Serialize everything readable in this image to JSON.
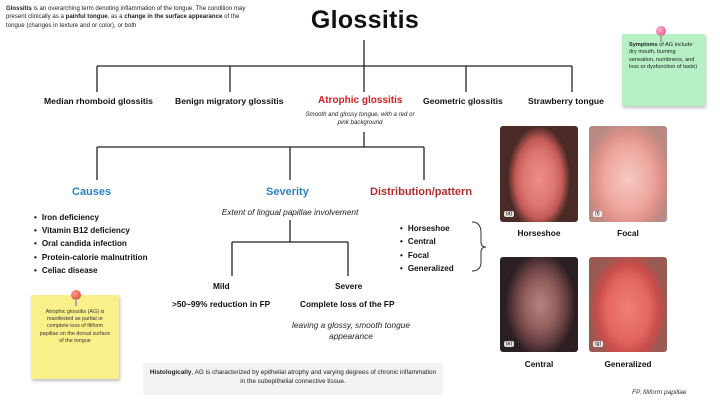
{
  "intro": {
    "term": "Glossitis",
    "text_a": " is an overarching term denoting inflammation of the tongue. The condition may present clinically as a ",
    "bold_a": "painful tongue",
    "text_b": ", as a ",
    "bold_b": "change in the surface appearance",
    "text_c": " of the tongue (changes in texture and or color), or both"
  },
  "title": "Glossitis",
  "types": [
    "Median rhomboid glossitis",
    "Benign migratory glossitis",
    "Atrophic glossitis",
    "Geometric glossitis",
    "Strawberry tongue"
  ],
  "atrophic_note": "Smooth and glossy tongue, with a red or pink background",
  "symptoms_note": {
    "bold": "Symptoms",
    "text": " of AG include dry mouth, burning sensation, numbness, and loss or dysfunction of taste)"
  },
  "causes": {
    "heading": "Causes",
    "items": [
      "Iron deficiency",
      "Vitamin B12 deficiency",
      "Oral candida infection",
      "Protein-calorie malnutrition",
      "Celiac disease"
    ]
  },
  "severity": {
    "heading": "Severity",
    "extent": "Extent of lingual papillae involvement",
    "mild_label": "Mild",
    "mild_desc": ">50~99% reduction in FP",
    "severe_label": "Severe",
    "severe_desc": "Complete loss of the FP",
    "severe_note": "leaving a glossy, smooth tongue appearance"
  },
  "distribution": {
    "heading": "Distribution/pattern",
    "items": [
      "Horseshoe",
      "Central",
      "Focal",
      "Generalized"
    ]
  },
  "ag_note": "Atrophic glossitis (AG) is manifested as partial or complete loss of filiform papillae on the dorsal surface of the tongue",
  "histology": {
    "bold": "Histologically",
    "text": ", AG is characterized by epithelial atrophy and varying degrees of chronic inflammation in the subepithelial connective tissue."
  },
  "photos": [
    {
      "tag": "(d)",
      "caption": "Horseshoe"
    },
    {
      "tag": "(f)",
      "caption": "Focal"
    },
    {
      "tag": "(e)",
      "caption": "Central"
    },
    {
      "tag": "(g)",
      "caption": "Generalized"
    }
  ],
  "footnote": "FP, filiform papillae",
  "colors": {
    "accent_red": "#d42020",
    "causes_blue": "#2a84c9",
    "distribution_red": "#b32d2d",
    "sticky_green": "#b6f0c4",
    "sticky_yellow": "#faf08a"
  }
}
